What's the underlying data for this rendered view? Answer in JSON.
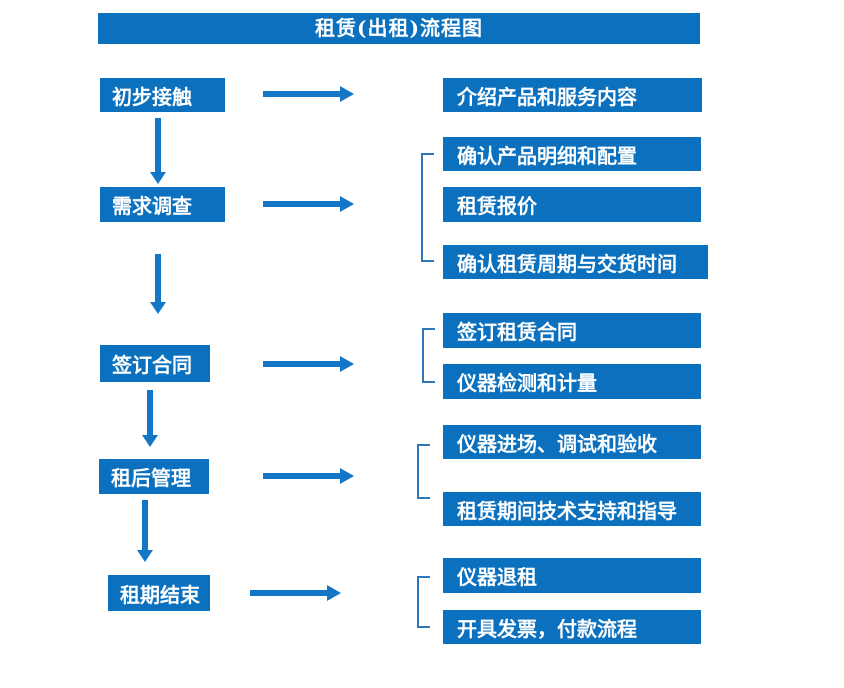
{
  "title": "租赁(出租)流程图",
  "colors": {
    "box_blue": "#0b70be",
    "arrow_blue": "#1376c6",
    "bracket_blue": "#2e77bb",
    "text_white": "#ffffff"
  },
  "flow": {
    "steps": [
      {
        "label": "初步接触",
        "outputs": [
          "介绍产品和服务内容"
        ]
      },
      {
        "label": "需求调查",
        "outputs": [
          "确认产品明细和配置",
          "租赁报价",
          "确认租赁周期与交货时间"
        ]
      },
      {
        "label": "签订合同",
        "outputs": [
          "签订租赁合同",
          "仪器检测和计量"
        ]
      },
      {
        "label": "租后管理",
        "outputs": [
          "仪器进场、调试和验收",
          "租赁期间技术支持和指导"
        ]
      },
      {
        "label": "租期结束",
        "outputs": [
          "仪器退租",
          "开具发票，付款流程"
        ]
      }
    ]
  }
}
